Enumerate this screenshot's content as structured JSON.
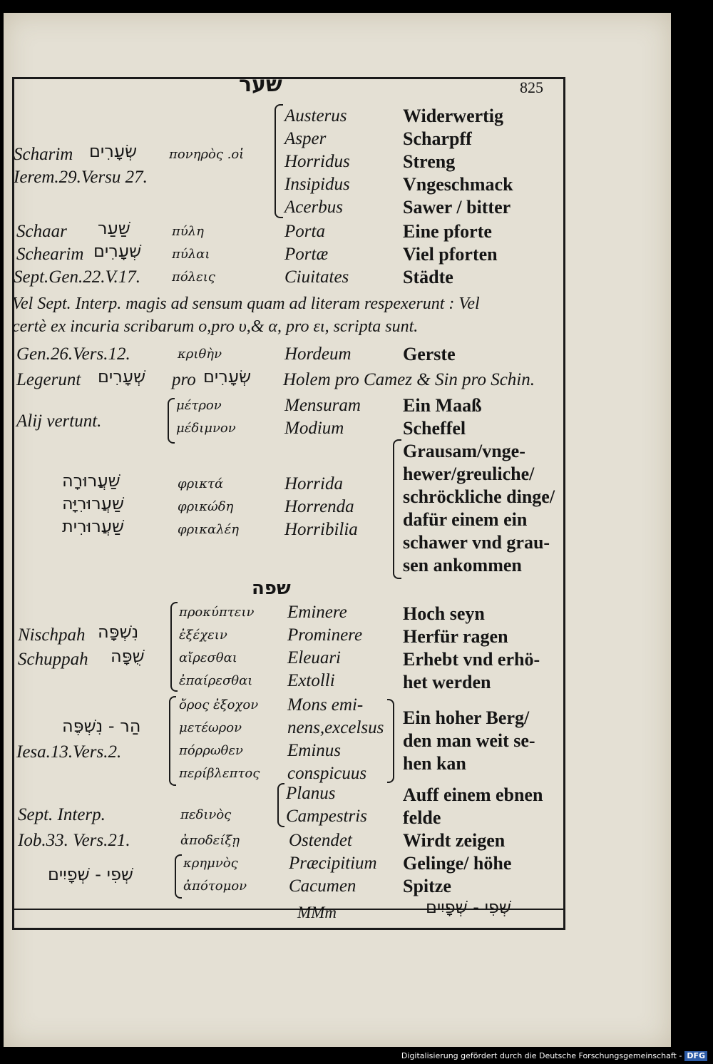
{
  "header": {
    "title_hebrew": "שער",
    "page_number": "825"
  },
  "rows": {
    "r1_lat1": "Austerus",
    "r1_ger1": "Widerwertig",
    "r1_lat2": "Asper",
    "r1_ger2": "Scharpff",
    "r1_lat3": "Horridus",
    "r1_ger3": "Streng",
    "r1_lat4": "Insipidus",
    "r1_ger4": "Vngeschmack",
    "r1_lat5": "Acerbus",
    "r1_ger5": "Sawer / bitter",
    "r1_translit": "Scharim",
    "r1_heb": "שְׂעָרִים",
    "r1_grk": "πονηρὸς .οἱ",
    "r1_ref": "Ierem.29.Versu 27.",
    "r2_translit": "Schaar",
    "r2_heb": "שַׁעַר",
    "r2_grk": "πύλη",
    "r2_lat": "Porta",
    "r2_ger": "Eine pforte",
    "r3_translit": "Schearim",
    "r3_heb": "שְׁעָרִים",
    "r3_grk": "πύλαι",
    "r3_lat": "Portæ",
    "r3_ger": "Viel pforten",
    "r4_ref": "Sept.Gen.22.V.17.",
    "r4_grk": "πόλεις",
    "r4_lat": "Ciuitates",
    "r4_ger": "Städte",
    "note1": "Vel Sept. Interp. magis ad sensum quam ad literam respexerunt : Vel",
    "note2": "certè ex incuria scribarum ο,pro υ,& α, pro ει, scripta sunt.",
    "r5_ref": "Gen.26.Vers.12.",
    "r5_grk": "κριθὴν",
    "r5_lat": "Hordeum",
    "r5_ger": "Gerste",
    "r6_a": "Legerunt",
    "r6_heb1": "שְׁעָרִים",
    "r6_b": "pro",
    "r6_heb2": "שְׂעָרִים",
    "r6_c": "Holem pro Camez & Sin pro Schin.",
    "r7_ref": "Alij vertunt.",
    "r7_grk1": "μέτρον",
    "r7_grk2": "μέδιμνον",
    "r7_lat1": "Mensuram",
    "r7_lat2": "Modium",
    "r7_ger1": "Ein Maaß",
    "r7_ger2": "Scheffel",
    "r8_heb1": "שַׁעֲרוּרָה",
    "r8_heb2": "שַׁעֲרוּרִיָּה",
    "r8_heb3": "שַׁעֲרוּרִית",
    "r8_grk1": "φρικτά",
    "r8_grk2": "φρικώδη",
    "r8_grk3": "φρικαλέη",
    "r8_lat1": "Horrida",
    "r8_lat2": "Horrenda",
    "r8_lat3": "Horribilia",
    "r8_ger1": "Grausam/vnge-",
    "r8_ger2": "hewer/greuliche/",
    "r8_ger3": "schröckliche dinge/",
    "r8_ger4": "dafür einem ein",
    "r8_ger5": "schawer vnd grau-",
    "r8_ger6": "sen ankommen",
    "section_hebrew": "שפה",
    "r9_translit1": "Nischpah",
    "r9_heb1": "נִשְׁפָּה",
    "r9_translit2": "Schuppah",
    "r9_heb2": "שֻׁפָּה",
    "r9_grk1": "προκύπτειν",
    "r9_grk2": "ἐξέχειν",
    "r9_grk3": "αἴρεσθαι",
    "r9_grk4": "ἐπαίρεσθαι",
    "r9_lat1": "Eminere",
    "r9_lat2": "Prominere",
    "r9_lat3": "Eleuari",
    "r9_lat4": "Extolli",
    "r9_ger1": "Hoch seyn",
    "r9_ger2": "Herfür ragen",
    "r9_ger3": "Erhebt vnd erhö-",
    "r9_ger4": "het werden",
    "r10_heb": "הַר - נִשְׁפֶּה",
    "r10_ref": "Iesa.13.Vers.2.",
    "r10_grk1": "ὄρος ἐξοχον",
    "r10_grk2": "μετέωρον",
    "r10_grk3": "πόρρωθεν",
    "r10_grk4": "περίβλεπτος",
    "r10_lat1": "Mons emi-",
    "r10_lat2": "nens,excelsus",
    "r10_lat3": "Eminus",
    "r10_lat4": "conspicuus",
    "r10_ger1": "Ein hoher Berg/",
    "r10_ger2": "den man weit se-",
    "r10_ger3": "hen kan",
    "r11_ref": "Sept. Interp.",
    "r11_grk": "πεδινὸς",
    "r11_lat1": "Planus",
    "r11_lat2": "Campestris",
    "r11_ger1": "Auff einem ebnen",
    "r11_ger2": "felde",
    "r12_ref": "Iob.33. Vers.21.",
    "r12_grk": "ἀποδείξῃ",
    "r12_lat": "Ostendet",
    "r12_ger": "Wirdt zeigen",
    "r13_heb": "שְׁפִי - שְׁפָיִים",
    "r13_grk1": "κρημνὸς",
    "r13_grk2": "ἀπότομον",
    "r13_lat1": "Præcipitium",
    "r13_lat2": "Cacumen",
    "r13_ger1": "Gelinge/ höhe",
    "r13_ger2": "Spitze",
    "signature": "MMm",
    "catchword": "שְׁפִי - שְׁפָיִים",
    "footer_text": "Digitalisierung gefördert durch die Deutsche Forschungsgemeinschaft -",
    "footer_logo": "DFG"
  }
}
